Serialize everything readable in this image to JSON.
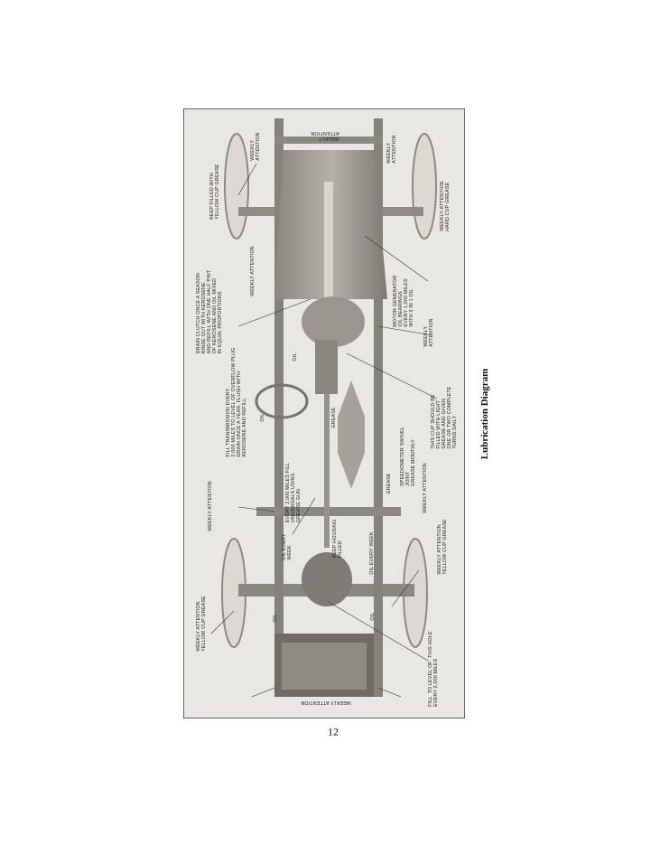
{
  "figure": {
    "caption": "Lubrication Diagram",
    "labels": {
      "top_weekly": "WEEKLY\nATTENTION",
      "front_left_weekly": "WEEKLY\nATTENTION",
      "keep_filled": "KEEP FILLED WITH\nYELLOW CUP GREASE",
      "front_right_weekly": "WEEKLY\nATTENTION",
      "hard_cup": "WEEKLY ATTENTION\nHARD CUP GREASE",
      "steering_weekly": "WEEKLY ATTENTION",
      "drain_clutch": "DRAIN CLUTCH ONCE A SEASON\nRINSE OUT WITH KEROSENE\nAND REFILL WITH ONE HALF PINT\nOF KEROSENE AND OIL MIXED\nIN EQUAL PROPORTIONS",
      "motor_generator": "MOTOR GENERATOR\nOIL BEARINGS\nEVERY 1,000 MILES\nWITH 3 IN 1 OIL",
      "mid_weekly": "WEEKLY\nATTENTION",
      "oil_1": "OIL",
      "oil_2": "OIL",
      "fill_transmission": "FILL TRANSMISSION EVERY\n2,000 MILES TO LEVEL OF OVERFLOW PLUG\nDRAIN ONCE A YEAR, FLUSH WITH\nKEROSENE AND REFILL",
      "this_cup": "THIS CUP SHOULD BE\nFILLED WITH LIGHT\nGREASE AND GIVEN\nONE OR TWO COMPLETE\nTURNS DAILY",
      "universals": "EVERY 2,000 MILES FILL\nUNIVERSALS USING\nGREASE GUN",
      "grease_1": "GREASE",
      "speedometer": "SPEEDOMETER SWIVEL\nJOINT\nGREASE MONTHLY",
      "weekly_single": "WEEKLY ATTENTION",
      "grease_2": "GREASE",
      "rear_left_weekly": "WEEKLY ATTENTION",
      "oil_every_week_1": "OIL EVERY\nWEEK",
      "keep_housing": "KEEP HOUSING\nFILLED",
      "oil_every_week_2": "OIL EVERY WEEK",
      "rear_right_yellow": "WEEKLY ATTENTION\nYELLOW CUP GREASE",
      "rear_left_yellow": "WEEKLY ATTENTION\nYELLOW CUP GREASE",
      "oil_3": "OIL",
      "oil_4": "OIL",
      "fill_to_level": "FILL  TO LEVEL OF  THIS HOLE\nEVERY 2,000 MILES",
      "bottom_weekly": "WEEKLY ATTENTION"
    }
  },
  "page_number": "12"
}
